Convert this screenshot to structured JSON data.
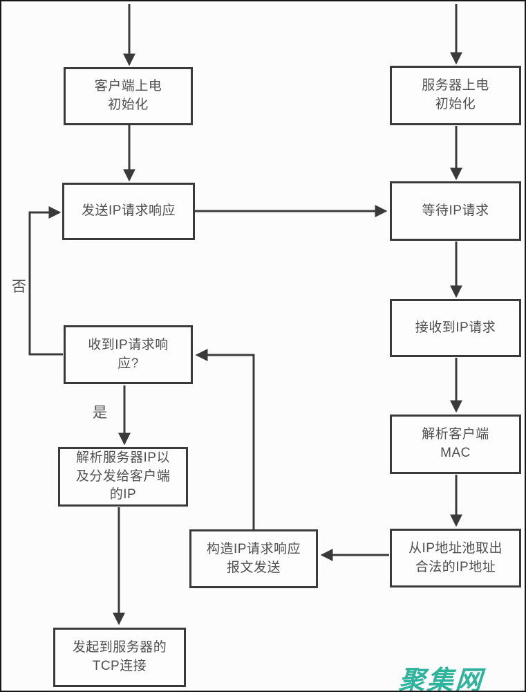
{
  "nodes": {
    "client_init": {
      "label": "客户端上电\n初始化"
    },
    "send_ip_request": {
      "label": "发送IP请求响应"
    },
    "received_ip_response": {
      "label": "收到IP请求响\n应?"
    },
    "parse_server_ip": {
      "label": "解析服务器IP以\n及分发给客户端\n的IP"
    },
    "tcp_connect": {
      "label": "发起到服务器的\nTCP连接"
    },
    "server_init": {
      "label": "服务器上电\n初始化"
    },
    "wait_ip_request": {
      "label": "等待IP请求"
    },
    "receive_ip_request": {
      "label": "接收到IP请求"
    },
    "parse_client_mac": {
      "label": "解析客户端\nMAC"
    },
    "ip_pool": {
      "label": "从IP地址池取出\n合法的IP地址"
    },
    "construct_response": {
      "label": "构造IP请求响应\n报文发送"
    }
  },
  "edge_labels": {
    "no": "否",
    "yes": "是"
  },
  "watermark": {
    "text": "聚集网",
    "color": "#2eb39c"
  },
  "colors": {
    "line": "#3a3a3a",
    "box_border": "#3a3a3a",
    "text": "#4f4f4f",
    "background": "#fcfcfc"
  }
}
